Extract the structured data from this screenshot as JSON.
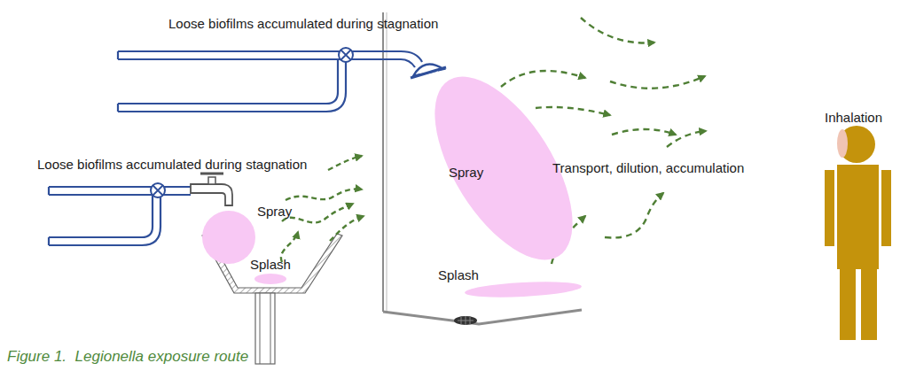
{
  "diagram": {
    "caption": "Figure 1.  Legionella exposure route",
    "nodes": [
      {
        "text": [
          "Spray"
        ]
      },
      {
        "text": [
          "Splash"
        ]
      },
      {
        "text": [
          "Spray"
        ]
      },
      {
        "text": [
          "Splash"
        ]
      }
    ],
    "labels": [
      "Loose biofilms accumulated during stagnation",
      "Loose biofilms accumulated during stagnation",
      "Transport, dilution, accumulation",
      "Inhalation"
    ]
  }
}
